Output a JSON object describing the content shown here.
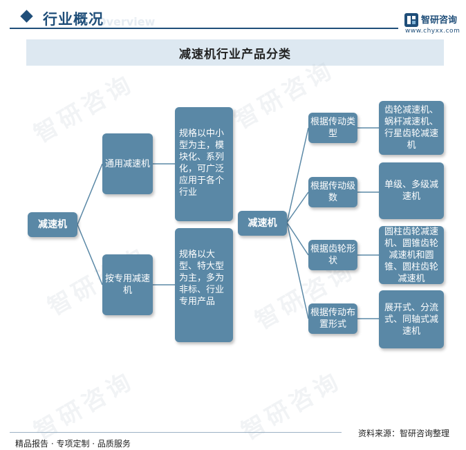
{
  "header": {
    "section_title": "行业概况",
    "section_title_en": "Overview",
    "brand_name": "智研咨询",
    "brand_url": "www.chyxx.com"
  },
  "banner": {
    "title": "减速机行业产品分类"
  },
  "watermark": {
    "text": "智研咨询"
  },
  "diagram_left": {
    "root": "减速机",
    "branches": [
      {
        "label": "通用减速机",
        "desc": "规格以中小型为主，模块化、系列化，可广泛应用于各个行业"
      },
      {
        "label": "按专用减速机",
        "desc": "规格以大型、特大型为主，多为非标、行业专用产品"
      }
    ]
  },
  "diagram_right": {
    "root": "减速机",
    "branches": [
      {
        "label": "根据传动类型",
        "leaf": "齿轮减速机、蜗杆减速机、行星齿轮减速机"
      },
      {
        "label": "根据传动级数",
        "leaf": "单级、多级减速机"
      },
      {
        "label": "根据齿轮形状",
        "leaf": "圆柱齿轮减速机、圆锥齿轮减速机和圆锥、圆柱齿轮减速机"
      },
      {
        "label": "根据传动布置形式",
        "leaf": "展开式、分流式、同轴式减速机"
      }
    ]
  },
  "footer": {
    "left": "精品报告 · 专项定制 · 品质服务",
    "right": "资料来源：智研咨询整理"
  },
  "colors": {
    "node": "#5a88a6",
    "accent": "#1f4e79",
    "banner": "#dde8f1",
    "line": "#5a88a6"
  }
}
